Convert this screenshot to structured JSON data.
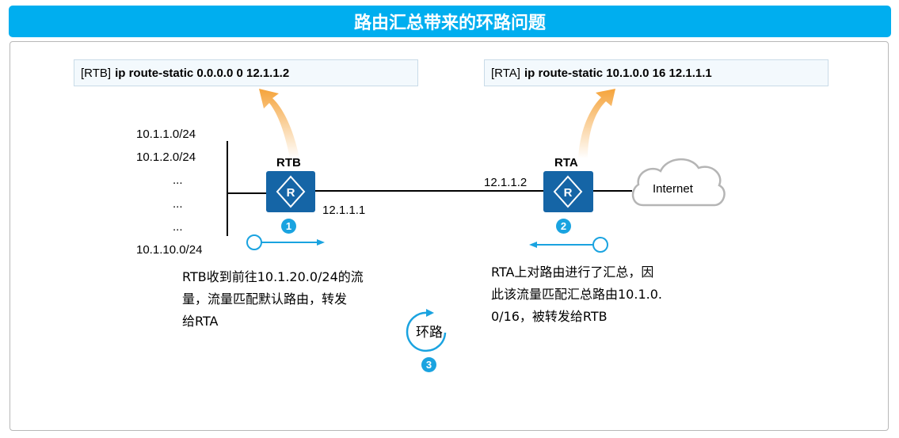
{
  "title": "路由汇总带来的环路问题",
  "rtb_command": {
    "prompt": "[RTB]",
    "text": "ip route-static 0.0.0.0 0 12.1.1.2"
  },
  "rta_command": {
    "prompt": "[RTA]",
    "text": "ip route-static 10.1.0.0 16 12.1.1.1"
  },
  "networks": [
    "10.1.1.0/24",
    "10.1.2.0/24",
    "...",
    "...",
    "...",
    "10.1.10.0/24"
  ],
  "rtb": {
    "name": "RTB",
    "ip": "12.1.1.1",
    "step": "1"
  },
  "rta": {
    "name": "RTA",
    "ip": "12.1.1.2",
    "step": "2"
  },
  "cloud_label": "Internet",
  "rtb_desc": [
    "RTB收到前往10.1.20.0/24的流",
    "量，流量匹配默认路由，转发",
    "给RTA"
  ],
  "rta_desc": [
    "RTA上对路由进行了汇总，因",
    "此该流量匹配汇总路由10.1.0.",
    "0/16，被转发给RTB"
  ],
  "loop": {
    "label": "环路",
    "step": "3"
  },
  "colors": {
    "accent": "#00aeef",
    "router": "#1565a6",
    "arrow": "#f5a33a"
  },
  "icons": {
    "router": "router-icon",
    "cloud": "cloud-icon"
  }
}
